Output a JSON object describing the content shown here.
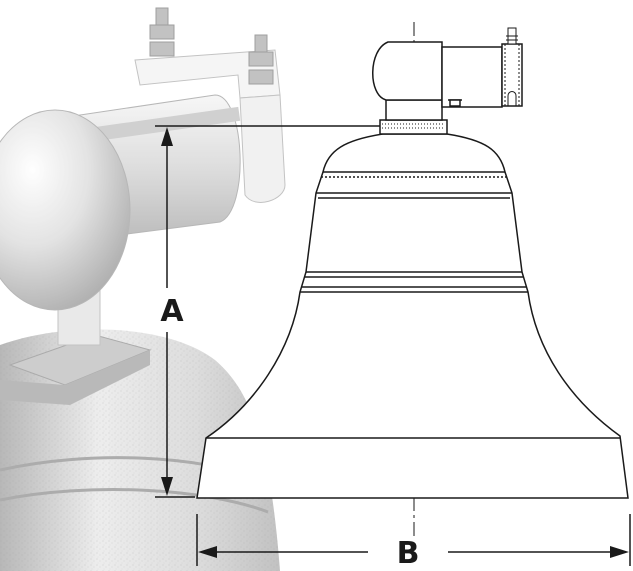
{
  "diagram": {
    "dimensions": [
      {
        "id": "A",
        "label": "A"
      },
      {
        "id": "B",
        "label": "B"
      }
    ]
  },
  "colors": {
    "line": "#1a1a1a",
    "metal_light": "#f2f2f2",
    "metal_mid": "#cfcfcf",
    "metal_dark": "#8a8a8a"
  }
}
